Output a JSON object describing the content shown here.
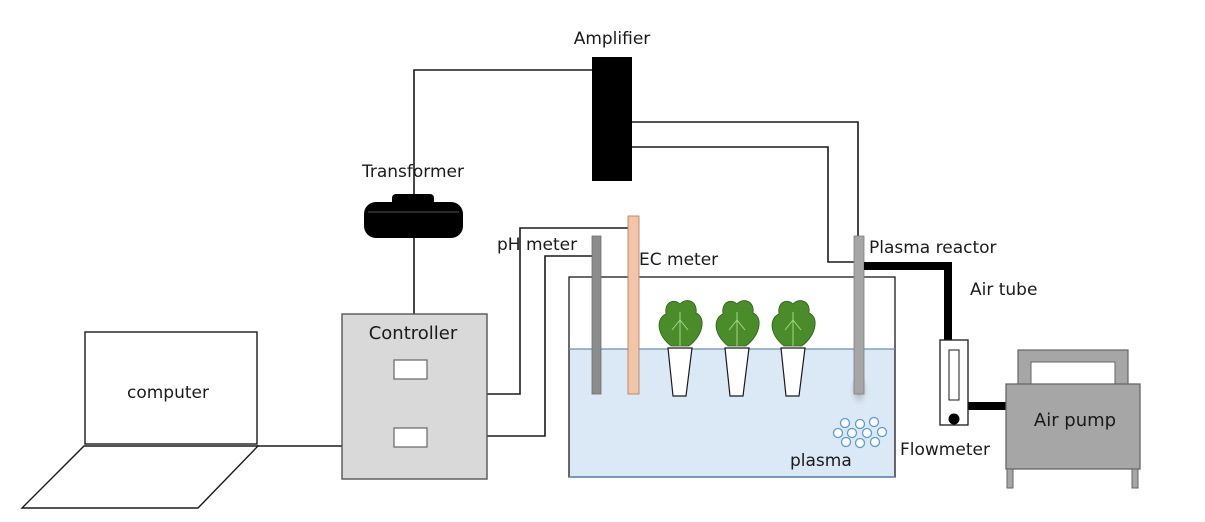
{
  "labels": {
    "amplifier": "Amplifier",
    "transformer": "Transformer",
    "controller": "Controller",
    "computer": "computer",
    "ph_meter": "pH meter",
    "ec_meter": "EC meter",
    "plasma_reactor": "Plasma reactor",
    "air_tube": "Air tube",
    "air_pump": "Air pump",
    "flowmeter": "Flowmeter",
    "plasma": "plasma"
  },
  "colors": {
    "outline": "#1a1a1a",
    "controller_fill": "#d9d9d9",
    "water": "#dbe8f5",
    "tank_border": "#6b8fb5",
    "ph_probe": "#8c8c8c",
    "ec_probe": "#f2c4a8",
    "reactor": "#a6a6a6",
    "plant": "#4a8c2a",
    "pump_fill": "#a6a6a6",
    "bubble": "#5b9bd5"
  }
}
